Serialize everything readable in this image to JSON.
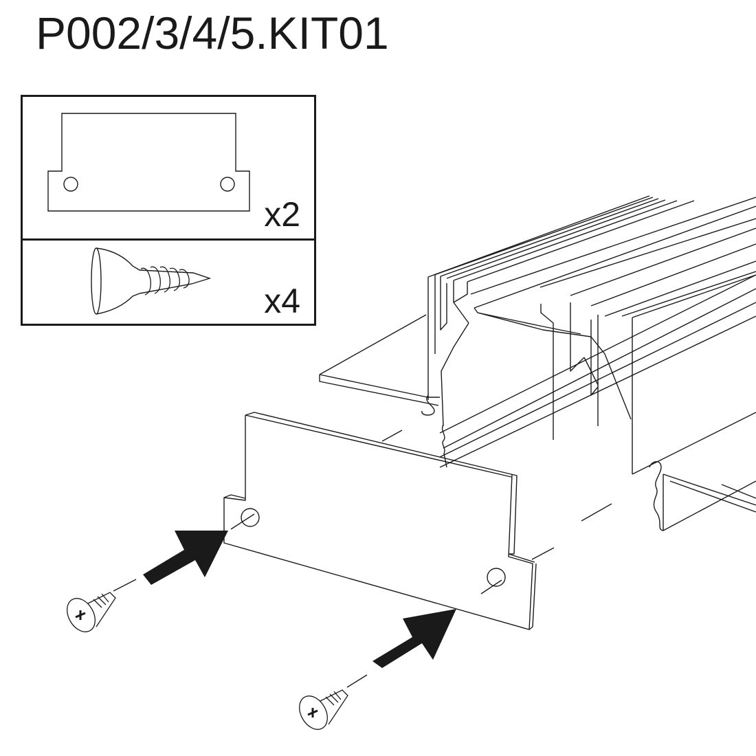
{
  "title": "P002/3/4/5.KIT01",
  "parts_list": {
    "items": [
      {
        "name": "end-cap",
        "icon": "end-cap-plate-icon",
        "quantity": "x2"
      },
      {
        "name": "screw",
        "icon": "countersunk-screw-icon",
        "quantity": "x4"
      }
    ]
  },
  "assembly": {
    "description": "End cap fitted to aluminium profile end with two screws",
    "arrows": [
      {
        "name": "upper-screw-arrow",
        "direction": "up-right"
      },
      {
        "name": "lower-screw-arrow",
        "direction": "up-right"
      }
    ],
    "colors": {
      "line": "#1a1a1a",
      "background": "#ffffff"
    }
  }
}
